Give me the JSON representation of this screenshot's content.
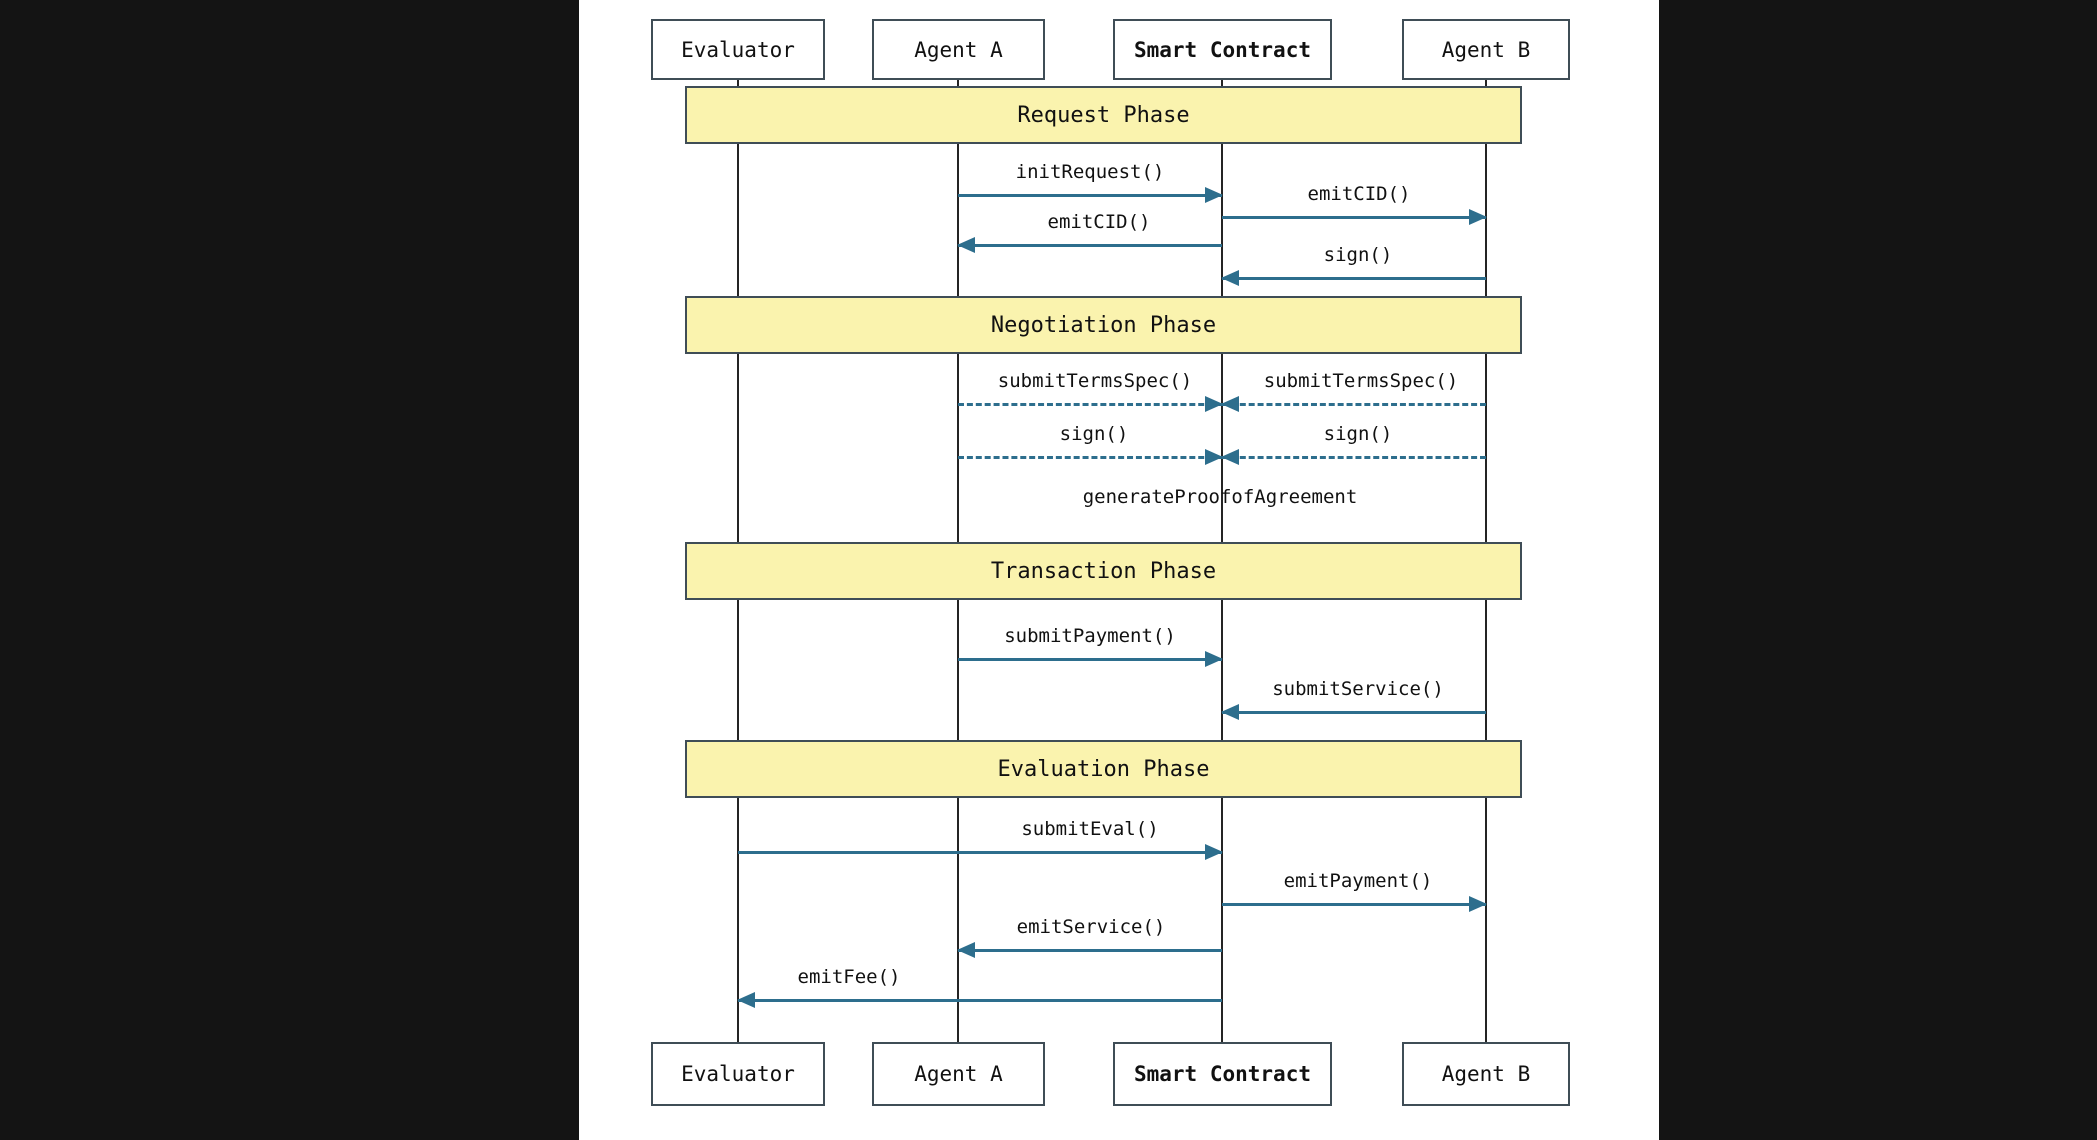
{
  "diagram": {
    "type": "sequence-diagram",
    "colors": {
      "page_background": "#141414",
      "canvas_background": "#ffffff",
      "arrow": "#2d6e8d",
      "banner_fill": "#faf3ae",
      "border": "#3f4d56",
      "lifeline": "#242424",
      "text": "#111111"
    }
  },
  "actors": [
    {
      "id": "evaluator",
      "label": "Evaluator",
      "bold": false
    },
    {
      "id": "agent-a",
      "label": "Agent A",
      "bold": false
    },
    {
      "id": "smart-contract",
      "label": "Smart Contract",
      "bold": true
    },
    {
      "id": "agent-b",
      "label": "Agent B",
      "bold": false
    }
  ],
  "phases": [
    {
      "label": "Request Phase"
    },
    {
      "label": "Negotiation Phase"
    },
    {
      "label": "Transaction Phase"
    },
    {
      "label": "Evaluation Phase"
    }
  ],
  "messages": [
    {
      "label": "initRequest()",
      "from": "Agent A",
      "to": "Smart Contract",
      "style": "solid",
      "phase": "Request Phase"
    },
    {
      "label": "emitCID()",
      "from": "Smart Contract",
      "to": "Agent B",
      "style": "solid",
      "phase": "Request Phase"
    },
    {
      "label": "emitCID()",
      "from": "Smart Contract",
      "to": "Agent A",
      "style": "solid",
      "phase": "Request Phase"
    },
    {
      "label": "sign()",
      "from": "Agent B",
      "to": "Smart Contract",
      "style": "solid",
      "phase": "Request Phase"
    },
    {
      "label": "submitTermsSpec()",
      "from": "Agent A",
      "to": "Smart Contract",
      "style": "dashed",
      "phase": "Negotiation Phase"
    },
    {
      "label": "submitTermsSpec()",
      "from": "Agent B",
      "to": "Smart Contract",
      "style": "dashed",
      "phase": "Negotiation Phase"
    },
    {
      "label": "sign()",
      "from": "Agent A",
      "to": "Smart Contract",
      "style": "dashed",
      "phase": "Negotiation Phase"
    },
    {
      "label": "sign()",
      "from": "Agent B",
      "to": "Smart Contract",
      "style": "dashed",
      "phase": "Negotiation Phase"
    },
    {
      "label": "generateProofofAgreement",
      "from": "Smart Contract",
      "to": "Smart Contract",
      "style": "note",
      "phase": "Negotiation Phase"
    },
    {
      "label": "submitPayment()",
      "from": "Agent A",
      "to": "Smart Contract",
      "style": "solid",
      "phase": "Transaction Phase"
    },
    {
      "label": "submitService()",
      "from": "Agent B",
      "to": "Smart Contract",
      "style": "solid",
      "phase": "Transaction Phase"
    },
    {
      "label": "submitEval()",
      "from": "Evaluator",
      "to": "Smart Contract",
      "style": "solid",
      "phase": "Evaluation Phase"
    },
    {
      "label": "emitPayment()",
      "from": "Smart Contract",
      "to": "Agent B",
      "style": "solid",
      "phase": "Evaluation Phase"
    },
    {
      "label": "emitService()",
      "from": "Smart Contract",
      "to": "Agent A",
      "style": "solid",
      "phase": "Evaluation Phase"
    },
    {
      "label": "emitFee()",
      "from": "Smart Contract",
      "to": "Evaluator",
      "style": "solid",
      "phase": "Evaluation Phase"
    }
  ]
}
